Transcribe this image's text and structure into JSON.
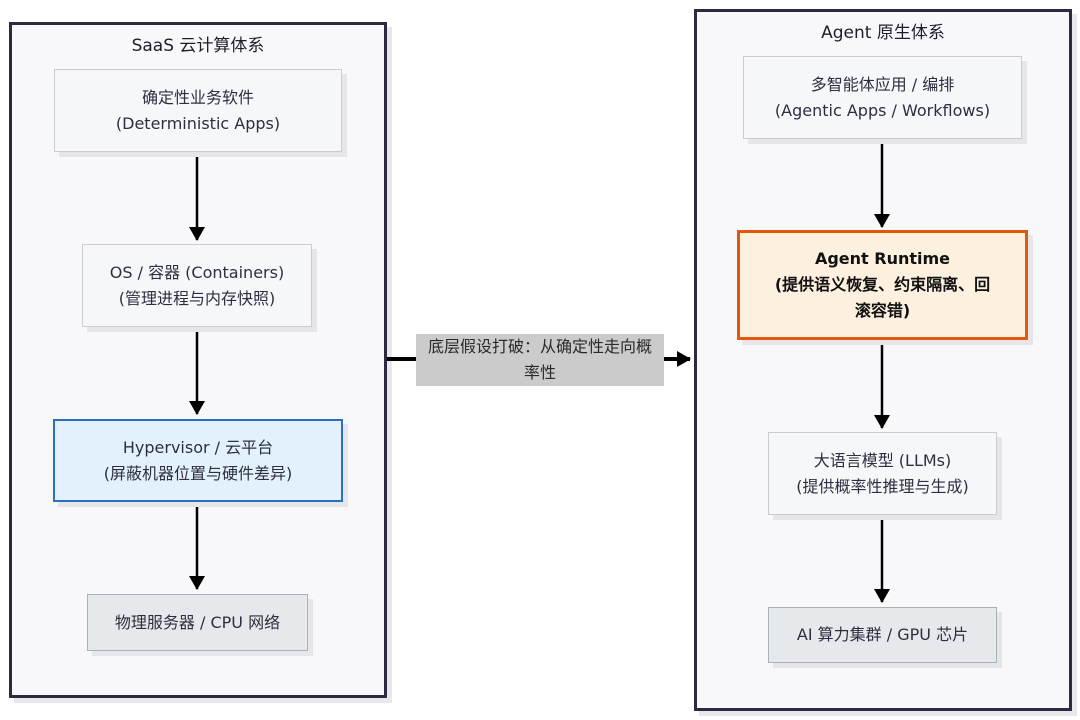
{
  "left_cluster": {
    "title": "SaaS 云计算体系",
    "nodes": [
      {
        "line1": "确定性业务软件",
        "line2": "(Deterministic Apps)"
      },
      {
        "line1": "OS / 容器 (Containers)",
        "line2": "(管理进程与内存快照)"
      },
      {
        "line1": "Hypervisor / 云平台",
        "line2": "(屏蔽机器位置与硬件差异)"
      },
      {
        "line1": "物理服务器 / CPU 网络",
        "line2": ""
      }
    ]
  },
  "right_cluster": {
    "title": "Agent 原生体系",
    "nodes": [
      {
        "line1": "多智能体应用 / 编排",
        "line2": "(Agentic Apps / Workflows)"
      },
      {
        "line1": "Agent Runtime",
        "line2": "(提供语义恢复、约束隔离、回",
        "line3": "滚容错)"
      },
      {
        "line1": "大语言模型 (LLMs)",
        "line2": "(提供概率性推理与生成)"
      },
      {
        "line1": "AI 算力集群 / GPU 芯片",
        "line2": ""
      }
    ]
  },
  "bridge_edge": {
    "label_line1": "底层假设打破：从确定性走向概",
    "label_line2": "率性"
  },
  "colors": {
    "cluster_border": "#2a2a40",
    "highlight_blue": "#2b6fc2",
    "highlight_orange": "#e0580c"
  }
}
